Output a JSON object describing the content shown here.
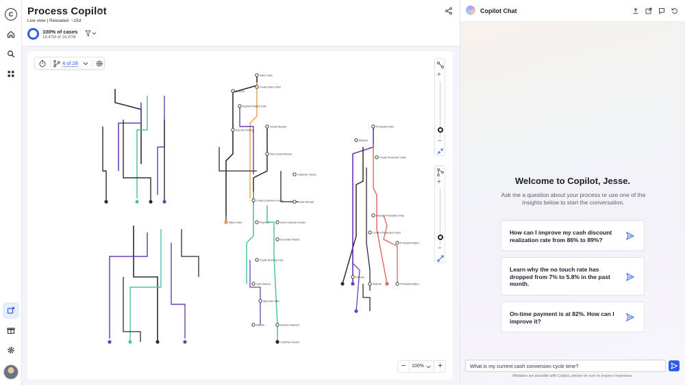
{
  "rail": {
    "logo_letter": "C",
    "items": [
      "home",
      "search",
      "apps",
      "process-copilot",
      "gift",
      "settings"
    ],
    "active": "process-copilot"
  },
  "header": {
    "title": "Process Copilot",
    "subtitle": "Live view | Reloaded: ~15d",
    "cases_pct": "100% of cases",
    "cases_count": "16.47M of 16.47M",
    "cases_fraction": 1.0
  },
  "canvas": {
    "variant_count": "4 of 28",
    "zoom": "100%"
  },
  "graph": {
    "legible_node_labels": [
      "Sales Order",
      "Create Sales Order",
      "Delivery",
      "Expired Delivery Date",
      "Execute Picking",
      "Goods Receipt",
      "Post Goods Receipt",
      "Customer Invoice",
      "Create Customer Invoice",
      "Goods Receipt",
      "Sales Order",
      "Send Customer Invoice",
      "Payment",
      "Due Date Passed",
      "Create Dunning Case",
      "Late Delivery",
      "Approval Claim",
      "Dispute",
      "Receive Payment",
      "Customer Invoice",
      "ProductionOrder",
      "Material",
      "Create Production Order",
      "Release Production Order",
      "Confirm Production Order",
      "Delivery",
      "ProductionObject",
      "Material",
      "ProductionObject"
    ]
  },
  "chat": {
    "title": "Copilot Chat",
    "welcome": "Welcome to Copilot, Jesse.",
    "intro": "Ask me a question about your process or use one of the insights below to start the conversation.",
    "suggestions": [
      "How can I improve my cash discount realization rate from 86% to 89%?",
      "Learn why the no touch rate has dropped from 7% to 5.8% in the past month.",
      "On-time payment is at 82%. How can I improve it?"
    ],
    "input_value": "What is my current cash conversion cycle time?",
    "disclaimer": "Mistakes are possible with Copilot, please be sure to inspect responses."
  },
  "colors": {
    "accent": "#2f5bea",
    "path_dark": "#2b2b2b",
    "path_purple": "#6a3fb5",
    "path_teal": "#49c4a8",
    "path_orange": "#f0a34a",
    "path_red": "#e0655a"
  }
}
